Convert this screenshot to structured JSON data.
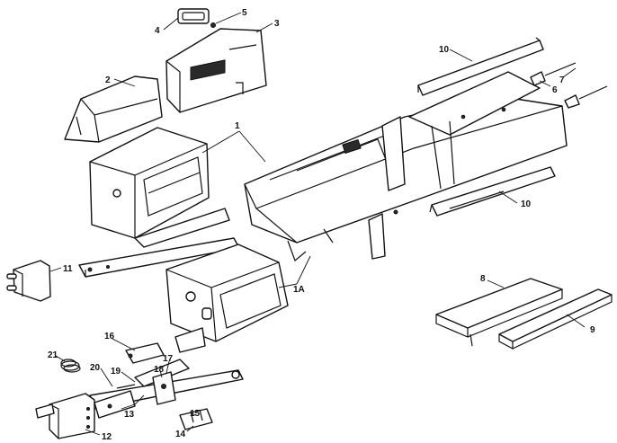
{
  "diagram": {
    "background": "#ffffff",
    "ink": "#111111",
    "callouts": [
      {
        "id": "c1",
        "text": "1"
      },
      {
        "id": "c1a",
        "text": "1A"
      },
      {
        "id": "c2",
        "text": "2"
      },
      {
        "id": "c3",
        "text": "3"
      },
      {
        "id": "c4",
        "text": "4"
      },
      {
        "id": "c5",
        "text": "5"
      },
      {
        "id": "c6",
        "text": "6"
      },
      {
        "id": "c7",
        "text": "7"
      },
      {
        "id": "c8",
        "text": "8"
      },
      {
        "id": "c9",
        "text": "9"
      },
      {
        "id": "c10a",
        "text": "10"
      },
      {
        "id": "c10b",
        "text": "10"
      },
      {
        "id": "c11",
        "text": "11"
      },
      {
        "id": "c12",
        "text": "12"
      },
      {
        "id": "c13",
        "text": "13"
      },
      {
        "id": "c14",
        "text": "14"
      },
      {
        "id": "c15",
        "text": "15"
      },
      {
        "id": "c16",
        "text": "16"
      },
      {
        "id": "c17",
        "text": "17"
      },
      {
        "id": "c18",
        "text": "18"
      },
      {
        "id": "c19",
        "text": "19"
      },
      {
        "id": "c20",
        "text": "20"
      },
      {
        "id": "c21",
        "text": "21"
      }
    ]
  }
}
